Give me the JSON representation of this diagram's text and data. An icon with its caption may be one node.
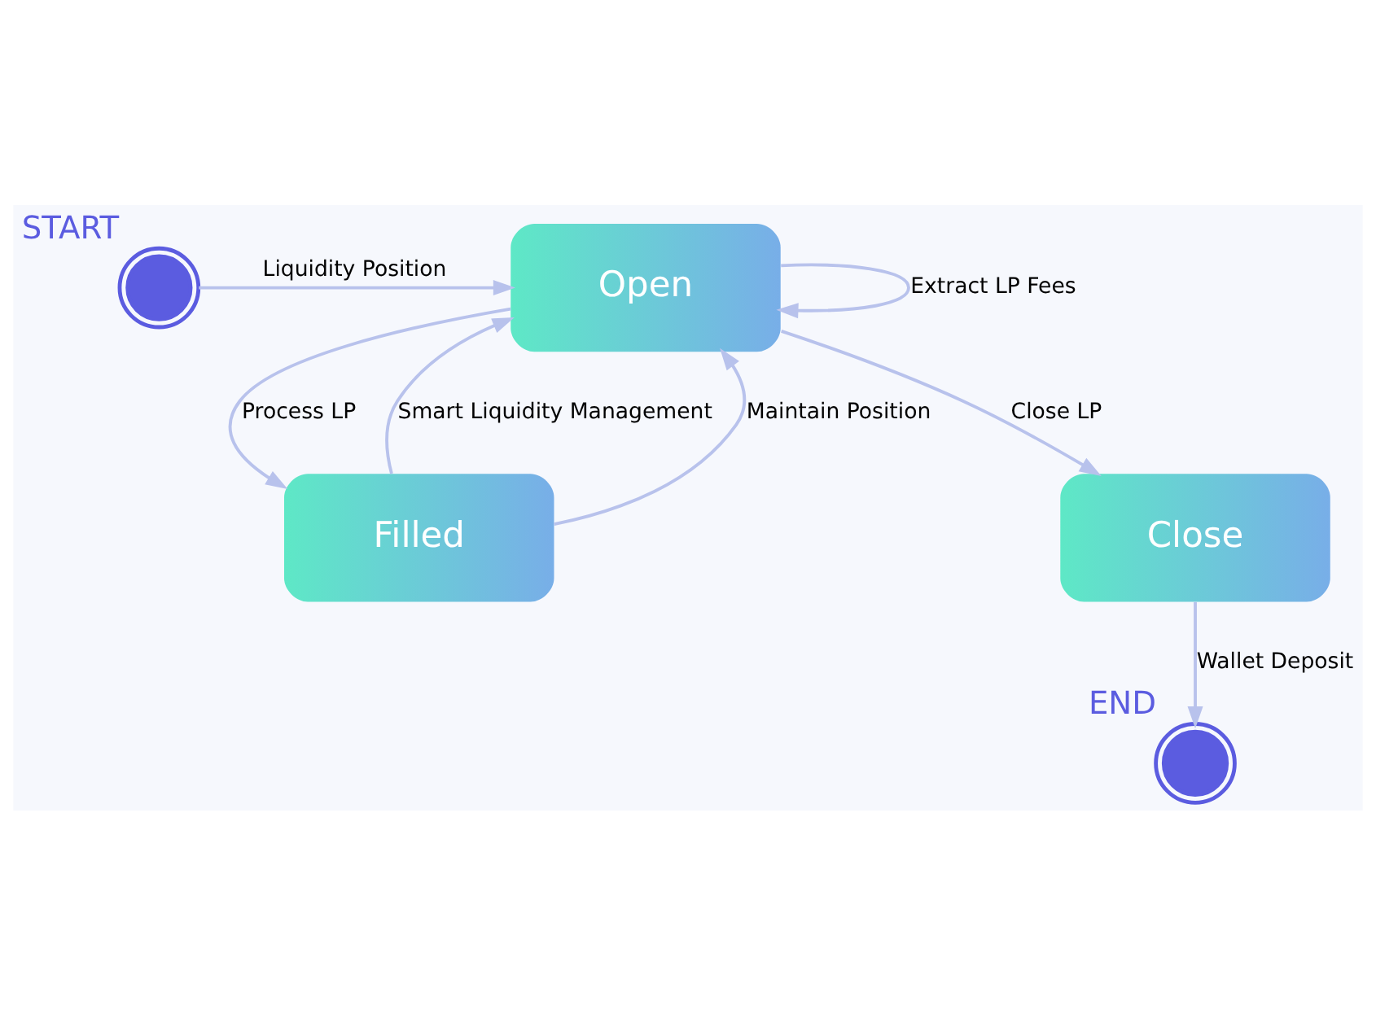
{
  "diagram": {
    "nodes": [
      {
        "text": [
          "START"
        ]
      },
      {
        "text": [
          "Open"
        ]
      },
      {
        "text": [
          "Filled"
        ]
      },
      {
        "text": [
          "Close"
        ]
      },
      {
        "text": [
          "END"
        ]
      }
    ],
    "edges": [
      {
        "from": 0,
        "to": 1,
        "arrow": "to",
        "label": "Liquidity Position"
      },
      {
        "from": 1,
        "to": 1,
        "arrow": "to",
        "label": "Extract LP Fees"
      },
      {
        "from": 2,
        "to": 1,
        "arrow": "to",
        "label": "Smart Liquidity Management"
      },
      {
        "from": 2,
        "to": 1,
        "arrow": "to",
        "label": "Maintain Position"
      },
      {
        "from": 1,
        "to": 2,
        "arrow": "to",
        "label": "Process LP"
      },
      {
        "from": 1,
        "to": 3,
        "arrow": "to",
        "label": "Close LP"
      },
      {
        "from": 3,
        "to": 4,
        "arrow": "to",
        "label": "Wallet Deposit"
      }
    ]
  }
}
